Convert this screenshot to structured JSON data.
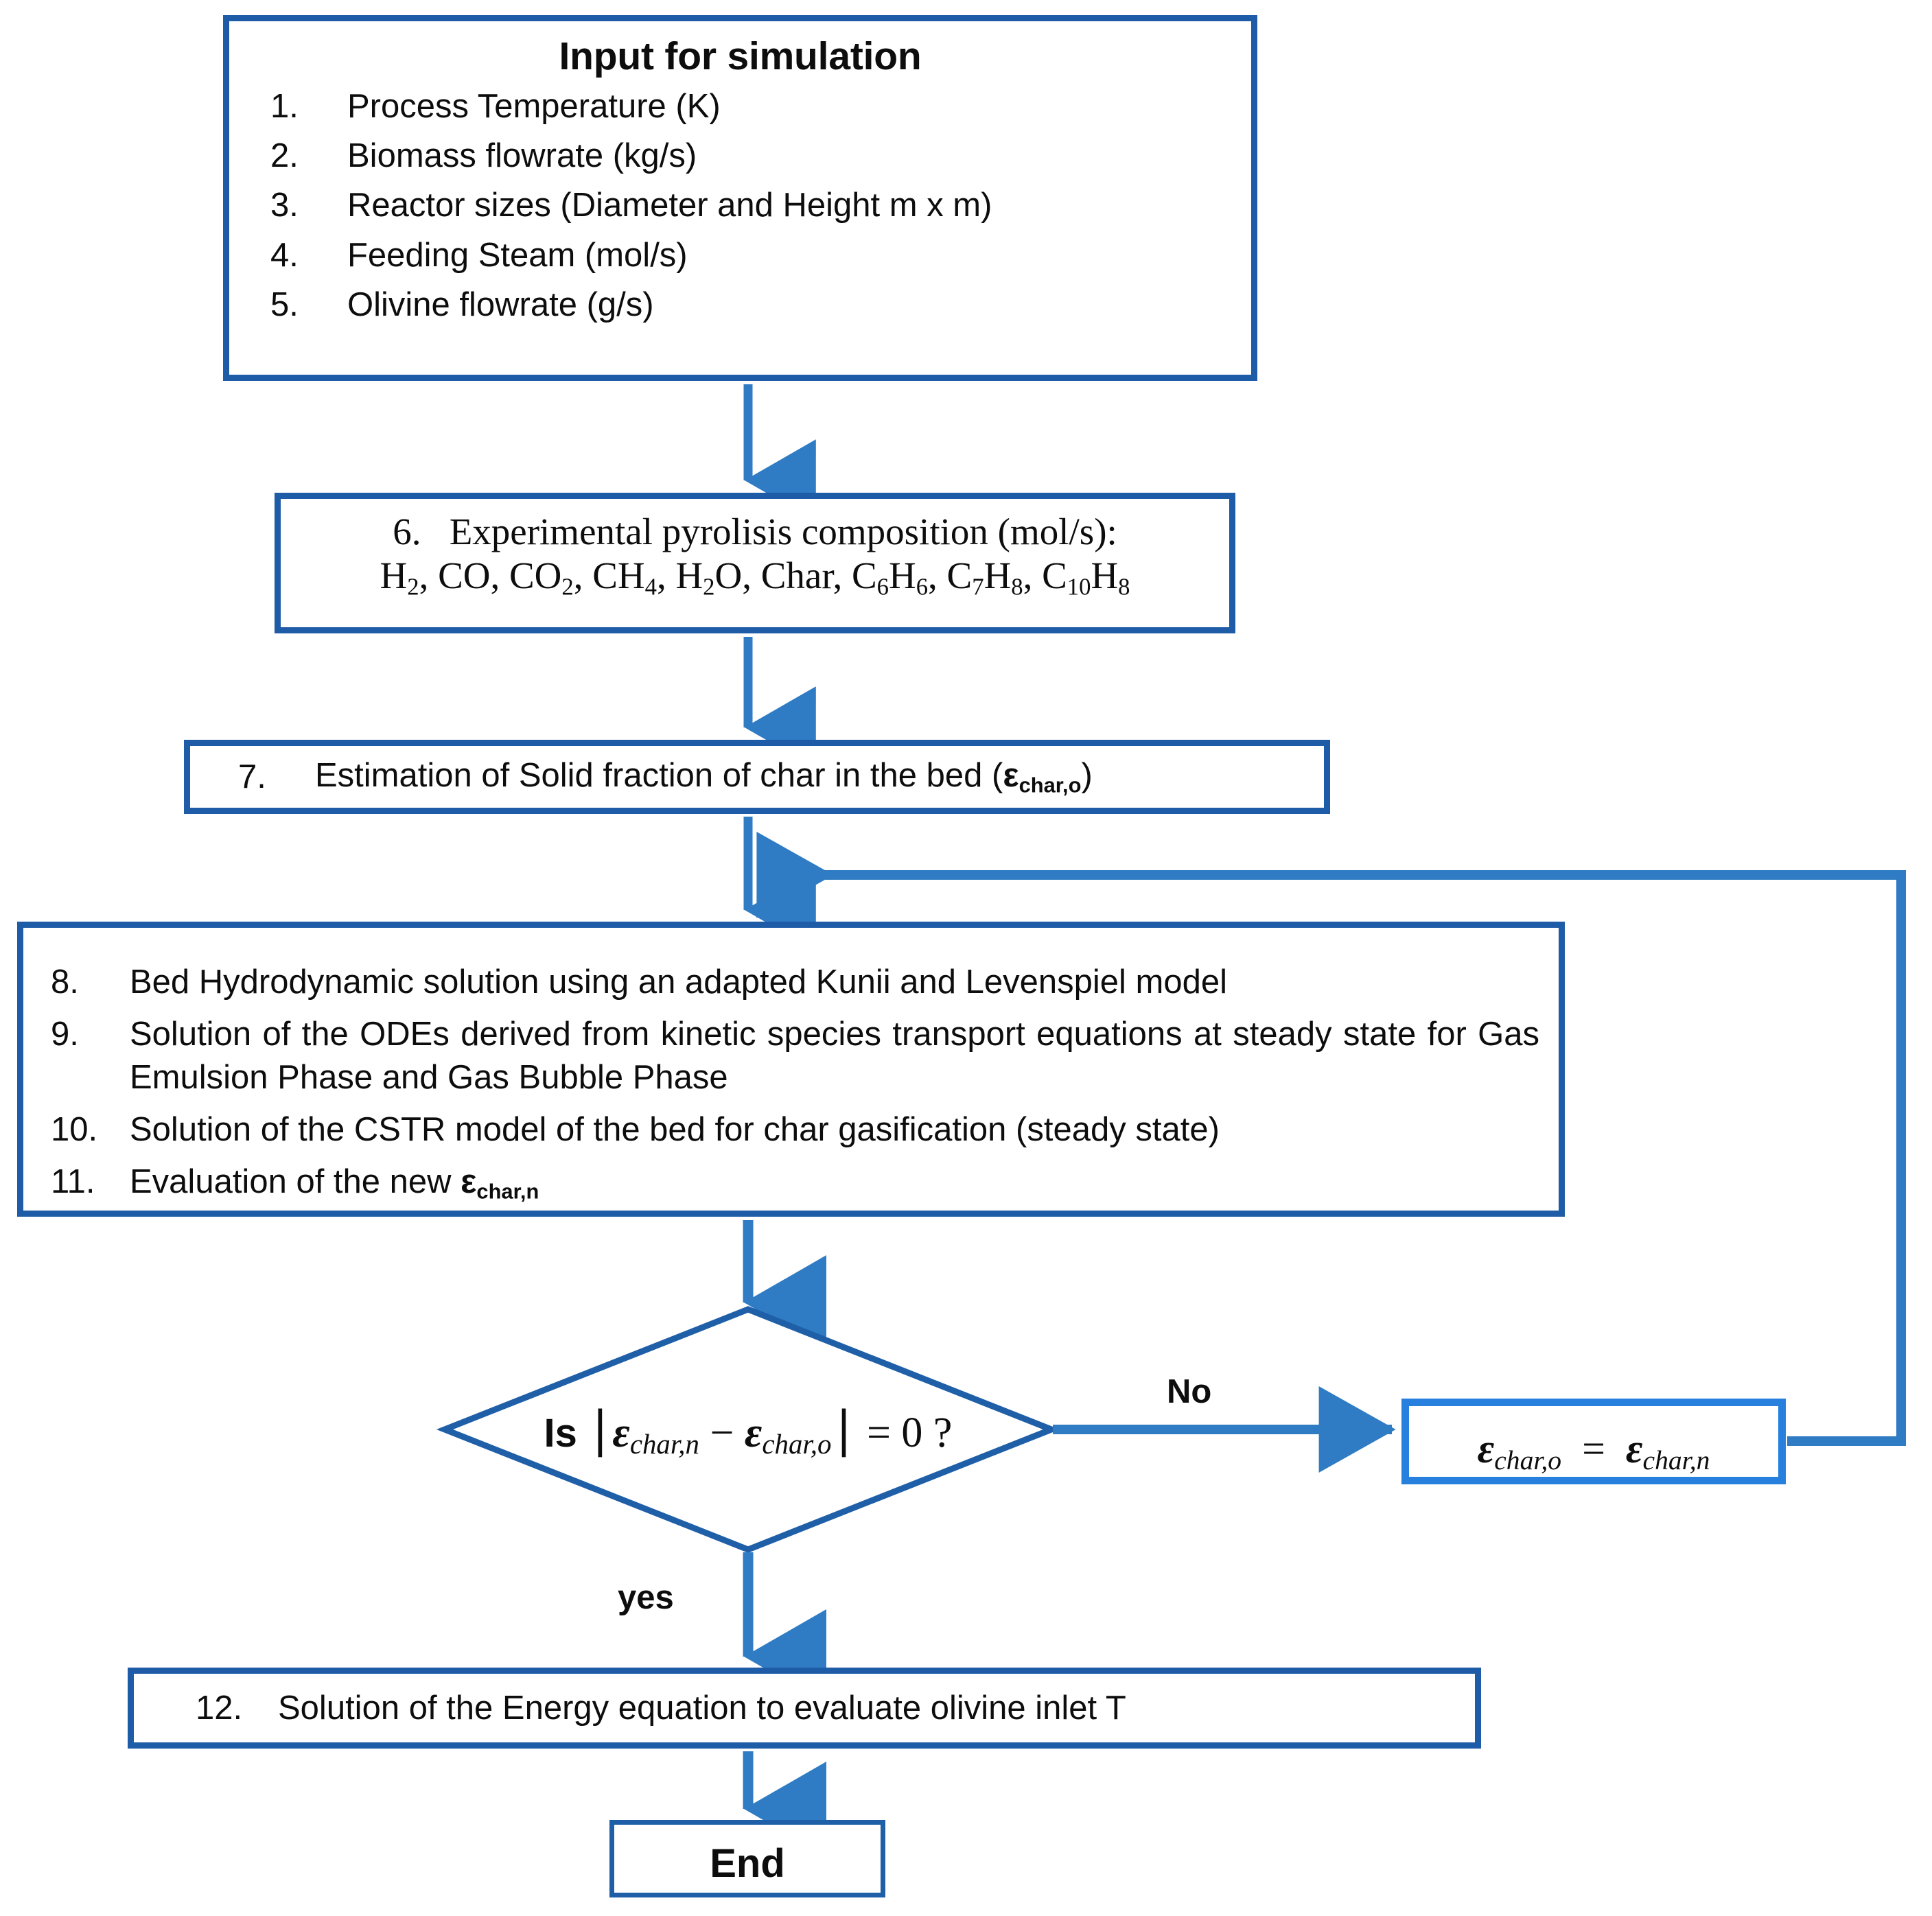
{
  "colors": {
    "box_border_navy": "#1F5CA8",
    "box_border_bright": "#2780DE",
    "arrow_blue": "#2F7CC4",
    "diamond_stroke": "#1F5FA8",
    "text": "#0d0d0d",
    "background": "#ffffff"
  },
  "diagram": {
    "type": "flowchart",
    "title": "Simulation algorithm flowchart"
  },
  "input_box": {
    "title": "Input for simulation",
    "items": [
      {
        "num": "1.",
        "text": "Process Temperature (K)"
      },
      {
        "num": "2.",
        "text": "Biomass flowrate (kg/s)"
      },
      {
        "num": "3.",
        "text": "Reactor sizes (Diameter and Height m x m)"
      },
      {
        "num": "4.",
        "text": "Feeding Steam (mol/s)"
      },
      {
        "num": "5.",
        "text": "Olivine flowrate (g/s)"
      }
    ]
  },
  "pyrolysis_box": {
    "num": "6.",
    "line1": "Experimental pyrolisis composition (mol/s):",
    "line2_species": [
      "H2",
      "CO",
      "CO2",
      "CH4",
      "H2O",
      "Char",
      "C6H6",
      "C7H8",
      "C10H8"
    ],
    "line2_plain": "H2, CO, CO2, CH4, H2O, Char, C6H6, C7H8, C10H8"
  },
  "estimation_box": {
    "num": "7.",
    "text": "Estimation of Solid fraction of char in the bed (εchar,o)",
    "text_plain": "Estimation of Solid fraction of char in the bed (",
    "symbol": "ε",
    "subscript": "char,o",
    "close": ")"
  },
  "model_box": {
    "items": [
      {
        "num": "8.",
        "text": "Bed Hydrodynamic solution using an adapted Kunii and Levenspiel model",
        "justify": false
      },
      {
        "num": "9.",
        "text": "Solution of the ODEs derived from kinetic species transport equations at steady state for Gas Emulsion Phase and Gas Bubble Phase",
        "justify": true
      },
      {
        "num": "10.",
        "text": "Solution of the CSTR model of the bed for char gasification (steady state)",
        "justify": false
      },
      {
        "num": "11.",
        "text": "Evaluation of the new εchar,n",
        "justify": false,
        "prefix": "Evaluation of the new ",
        "symbol": "ε",
        "subscript": "char,n"
      }
    ]
  },
  "decision": {
    "prefix": "Is",
    "equation": "|εchar,n − εchar,o| = 0 ?",
    "symbol": "ε",
    "sub_n": "char,n",
    "sub_o": "char,o",
    "minus": "−",
    "equals": "=",
    "zero": "0",
    "question": "?"
  },
  "assign_box": {
    "equation": "εchar,o = εchar,n",
    "symbol": "ε",
    "sub_o": "char,o",
    "sub_n": "char,n",
    "equals": "="
  },
  "energy_box": {
    "num": "12.",
    "text": "Solution of the Energy equation to evaluate olivine inlet T"
  },
  "end_box": {
    "label": "End"
  },
  "edge_labels": {
    "no": "No",
    "yes": "yes"
  }
}
